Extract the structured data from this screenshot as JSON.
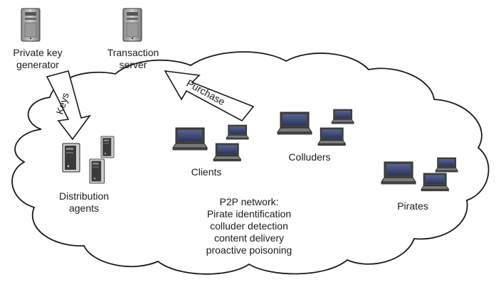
{
  "labels": {
    "private_key_generator": [
      "Private key",
      "generator"
    ],
    "transaction_server": [
      "Transaction",
      "server"
    ],
    "keys": "Keys",
    "purchase": "Purchase",
    "distribution_agents": [
      "Distribution",
      "agents"
    ],
    "clients": "Clients",
    "colluders": "Colluders",
    "pirates": "Pirates",
    "network": [
      "P2P network:",
      "Pirate identification",
      "colluder detection",
      "content delivery",
      "proactive poisoning"
    ]
  },
  "icons": {
    "server": "server-tower-icon",
    "laptop": "laptop-icon",
    "cloud": "cloud-shape"
  },
  "colors": {
    "outline": "#1a1a1a",
    "server_body": "#b0b0b0",
    "server_dark": "#3a3a3a",
    "laptop_screen": "#3d4a78",
    "laptop_body": "#6a6a6a"
  }
}
